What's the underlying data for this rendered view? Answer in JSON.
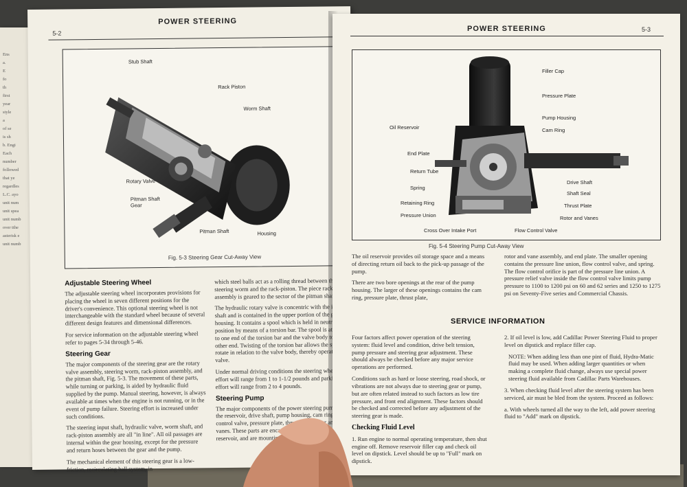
{
  "back_page": {
    "lines": [
      "Ens",
      "a.",
      "E",
      "fo",
      "th",
      "first",
      "year",
      "style",
      "a",
      "of se",
      "is sh",
      "b. Engi",
      "Each",
      "number",
      "followed",
      "that ye",
      "regardles",
      "L.C. ayo",
      "unit num",
      "unit spea",
      "unit numb",
      "over tthe",
      "asterisk e",
      "unit numb"
    ]
  },
  "left_page": {
    "header": "POWER STEERING",
    "page_number": "5-2",
    "figure": {
      "caption": "Fig. 5-3    Steering Gear Cut-Away View",
      "callouts": [
        "Stub Shaft",
        "Rack Piston",
        "Worm Shaft",
        "Rotary Valve",
        "Pitman Shaft Gear",
        "Pitman Shaft",
        "Housing"
      ]
    },
    "sections": {
      "adjustable_title": "Adjustable Steering Wheel",
      "adjustable_p1": "The adjustable steering wheel incorporates provisions for placing the wheel in seven different positions for the driver's convenience. This optional steering wheel is not interchangeable with the standard wheel because of several different design features and dimensional differences.",
      "adjustable_p2": "For service information on the adjustable steering wheel refer to pages 5-34 through 5-46.",
      "gear_title": "Steering Gear",
      "gear_p1": "The major components of the steering gear are the rotary valve assembly, steering worm, rack-piston assembly, and the pitman shaft, Fig. 5-3. The movement of these parts, while turning or parking, is aided by hydraulic fluid supplied by the pump. Manual steering, however, is always available at times when the engine is not running, or in the event of pump failure. Steering effort is increased under such conditions.",
      "gear_p2": "The steering input shaft, hydraulic valve, worm shaft, and rack-piston assembly are all \"in line\". All oil passages are internal within the gear housing, except for the pressure and return hoses between the gear and the pump.",
      "gear_p3": "The mechanical element of this steering gear is a low-friction, recirculating ball system, in",
      "col2_p1": "which steel balls act as a rolling thread between the steering worm and the rack-piston. The piece rack-piston assembly is geared to the sector of the pitman shaft.",
      "col2_p2": "The hydraulic rotary valve is concentric with the input shaft and is contained in the upper portion of the gear housing. It contains a spool which is held in neutral position by means of a torsion bar. The spool is attached to one end of the torsion bar and the valve body to the other end. Twisting of the torsion bar allows the spool to rotate in relation to the valve body, thereby operating the valve.",
      "col2_p3": "Under normal driving conditions the steering wheel effort will range from 1 to 1-1/2 pounds and parking effort will range from 2 to 4 pounds.",
      "pump_title": "Steering Pump",
      "col2_p4": "The major components of the power steering pump are the reservoir, drive shaft, pump housing, cam ring, flow control valve, pressure plate, thrust plate, rotor and vanes. These parts are encased within the housing and reservoir, and are mounting the pump with a di"
    }
  },
  "right_page": {
    "header": "POWER STEERING",
    "page_number": "5-3",
    "figure": {
      "caption": "Fig. 5-4    Steering Pump Cut-Away View",
      "callouts_left": [
        "Oil Reservoir",
        "End Plate",
        "Return Tube",
        "Spring",
        "Retaining Ring",
        "Pressure Union",
        "Cross Over Intake Port"
      ],
      "callouts_right": [
        "Filler Cap",
        "Pressure Plate",
        "Pump Housing",
        "Cam Ring",
        "Drive Shaft",
        "Shaft Seal",
        "Thrust Plate",
        "Rotor and Vanes",
        "Flow Control Valve"
      ]
    },
    "text": {
      "c1_p1": "The oil reservoir provides oil storage space and a means of directing return oil back to the pick-up passage of the pump.",
      "c1_p2": "There are two bore openings at the rear of the pump housing. The larger of these openings contains the cam ring, pressure plate, thrust plate,",
      "c2_p1": "rotor and vane assembly, and end plate. The smaller opening contains the pressure line union, flow control valve, and spring. The flow control orifice is part of the pressure line union. A pressure relief valve inside the flow control valve limits pump pressure to 1100 to 1200 psi on 60 and 62 series and 1250 to 1275 psi on Seventy-Five series and Commercial Chassis.",
      "service_title": "SERVICE INFORMATION",
      "s1_p1": "Four factors affect power operation of the steering system: fluid level and condition, drive belt tension, pump pressure and steering gear adjustment. These should always be checked before any major service operations are performed.",
      "s1_p2": "Conditions such as hard or loose steering, road shock, or vibrations are not always due to steering gear or pump, but are often related instead to such factors as low tire pressure, and front end alignment. These factors should be checked and corrected before any adjustment of the steering gear is made.",
      "fluid_title": "Checking Fluid Level",
      "s1_p3": "1. Run engine to normal operating temperature, then shut engine off. Remove reservoir filler cap and check oil level on dipstick. Level should be up to \"Full\" mark on dipstick.",
      "s2_p1": "2. If oil level is low, add Cadillac Power Steering Fluid to proper level on dipstick and replace filler cap.",
      "s2_p2": "NOTE: When adding less than one pint of fluid, Hydra-Matic fluid may be used. When adding larger quantities or when making a complete fluid change, always use special power steering fluid available from Cadillac Parts Warehouses.",
      "s2_p3": "3. When checking fluid level after the steering system has been serviced, air must be bled from the system. Proceed as follows:",
      "s2_p4": "a. With wheels turned all the way to the left, add power steering fluid to \"Add\" mark on dipstick."
    }
  }
}
